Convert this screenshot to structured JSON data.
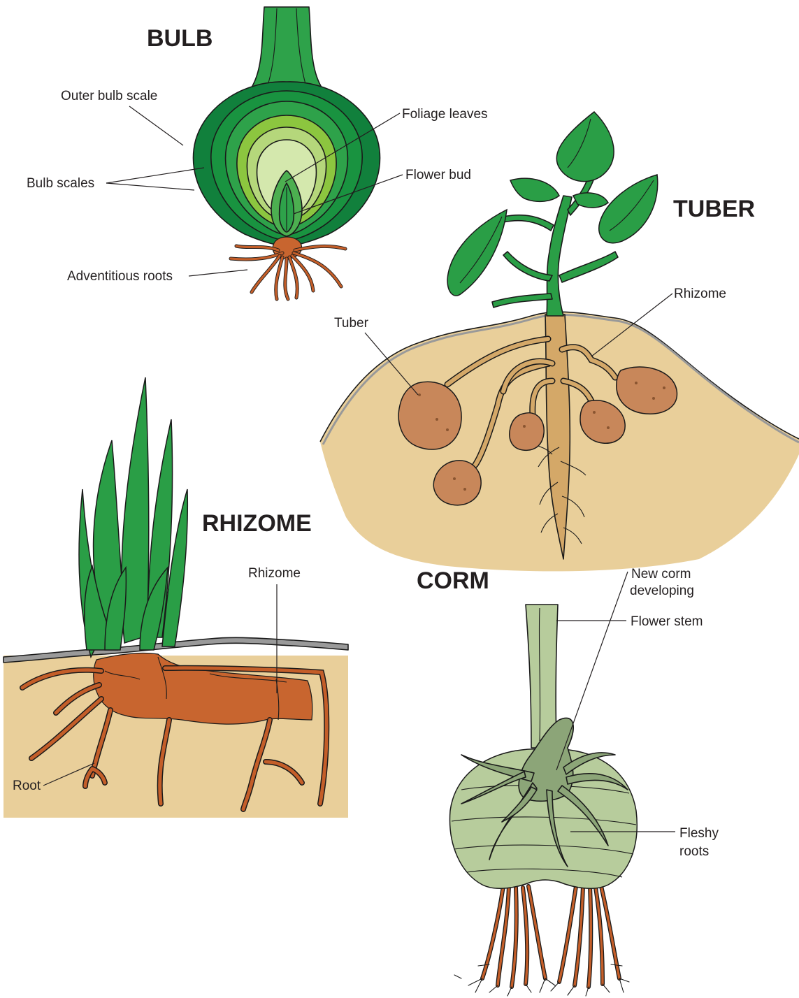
{
  "bulb": {
    "title": "BULB",
    "labels": {
      "outer_scale": "Outer bulb scale",
      "scales": "Bulb scales",
      "foliage": "Foliage leaves",
      "flower_bud": "Flower bud",
      "roots": "Adventitious roots"
    }
  },
  "tuber": {
    "title": "TUBER",
    "labels": {
      "rhizome": "Rhizome",
      "tuber": "Tuber"
    }
  },
  "rhizome": {
    "title": "RHIZOME",
    "labels": {
      "rhizome": "Rhizome",
      "root": "Root"
    }
  },
  "corm": {
    "title": "CORM",
    "labels": {
      "flower_stem": "Flower stem",
      "new_corm_1": "New corm",
      "new_corm_2": "developing",
      "fleshy_1": "Fleshy",
      "fleshy_2": "roots"
    }
  },
  "colors": {
    "bulb_dark": "#11803c",
    "bulb_mid": "#2ea24a",
    "bulb_light": "#8cc63f",
    "bulb_pale": "#c6df9a",
    "soil": "#e9cf9a",
    "root": "#c8652f",
    "corm": "#b7cc9c"
  }
}
